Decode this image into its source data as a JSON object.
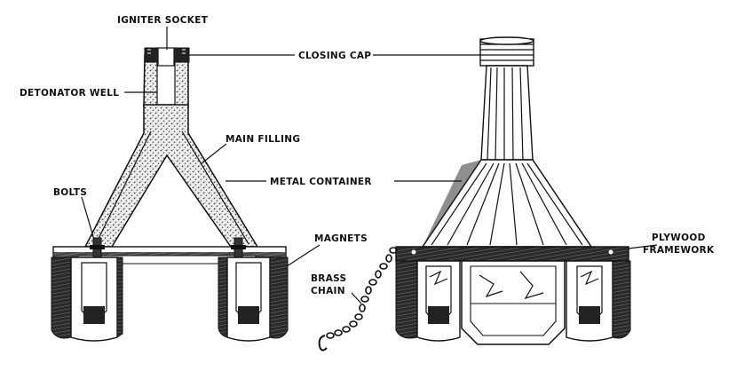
{
  "labels": {
    "igniter_socket": "IGNITER SOCKET",
    "closing_cap": "CLOSING CAP",
    "detonator_well": "DETONATOR WELL",
    "main_filling": "MAIN FILLING",
    "metal_container": "METAL CONTAINER",
    "bolts": "BOLTS",
    "magnets": "MAGNETS",
    "brass": "BRASS",
    "chain": "CHAIN",
    "plywood": "PLYWOOD",
    "framework": "FRAMEWORK"
  }
}
